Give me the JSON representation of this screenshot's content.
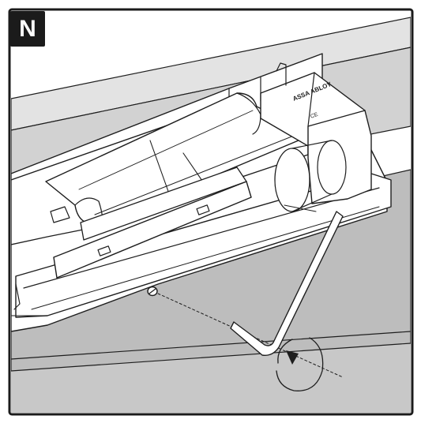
{
  "step": {
    "letter": "N"
  },
  "device": {
    "brand_text": "ASSA ABLOY",
    "model_text": "CE"
  },
  "colors": {
    "frame": "#1b1b1b",
    "wall": "#d2d2d2",
    "wall_face": "#bdbdbd",
    "outline": "#1e1e1e",
    "part": "#ffffff"
  },
  "icons": {
    "allen_key": "allen-key-icon",
    "rotation": "clockwise-rotation-icon",
    "screw": "screw-icon"
  }
}
